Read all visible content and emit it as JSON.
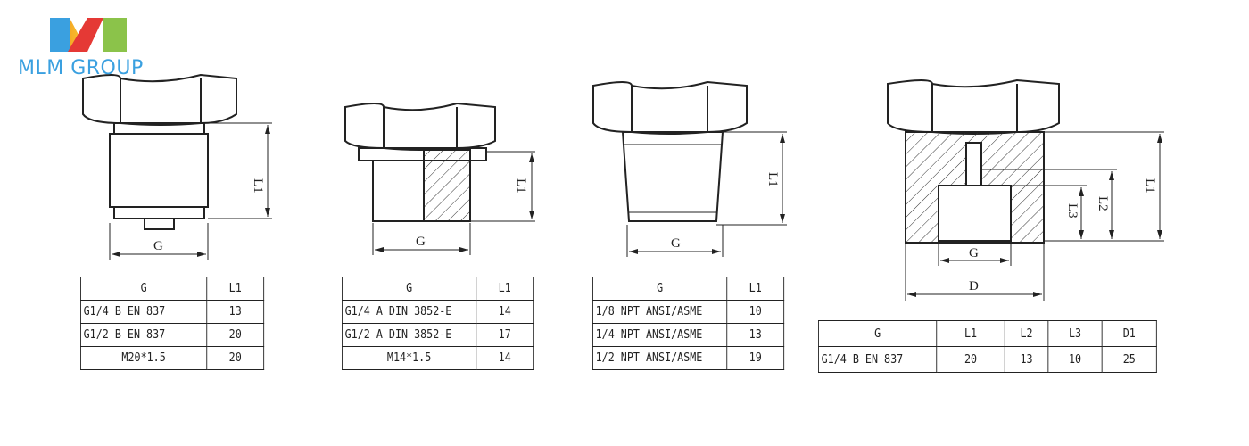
{
  "logo": {
    "text": "MLM GROUP",
    "colors": [
      "#3aa0e0",
      "#f5a623",
      "#e53935",
      "#8bc34a"
    ]
  },
  "drawings": [
    {
      "labels": {
        "g": "G",
        "l1": "L1"
      }
    },
    {
      "labels": {
        "g": "G",
        "l1": "L1"
      }
    },
    {
      "labels": {
        "g": "G",
        "l1": "L1"
      }
    },
    {
      "labels": {
        "g": "G",
        "d": "D",
        "l1": "L1",
        "l2": "L2",
        "l3": "L3"
      }
    }
  ],
  "tables": [
    {
      "headers": [
        "G",
        "L1"
      ],
      "rows": [
        [
          "G1/4 B EN 837",
          "13"
        ],
        [
          "G1/2 B EN 837",
          "20"
        ],
        [
          "M20*1.5",
          "20"
        ]
      ]
    },
    {
      "headers": [
        "G",
        "L1"
      ],
      "rows": [
        [
          "G1/4 A DIN 3852-E",
          "14"
        ],
        [
          "G1/2 A DIN 3852-E",
          "17"
        ],
        [
          "M14*1.5",
          "14"
        ]
      ]
    },
    {
      "headers": [
        "G",
        "L1"
      ],
      "rows": [
        [
          "1/8 NPT ANSI/ASME",
          "10"
        ],
        [
          "1/4 NPT ANSI/ASME",
          "13"
        ],
        [
          "1/2 NPT ANSI/ASME",
          "19"
        ]
      ]
    },
    {
      "headers": [
        "G",
        "L1",
        "L2",
        "L3",
        "D1"
      ],
      "rows": [
        [
          "G1/4 B EN 837",
          "20",
          "13",
          "10",
          "25"
        ]
      ]
    }
  ]
}
